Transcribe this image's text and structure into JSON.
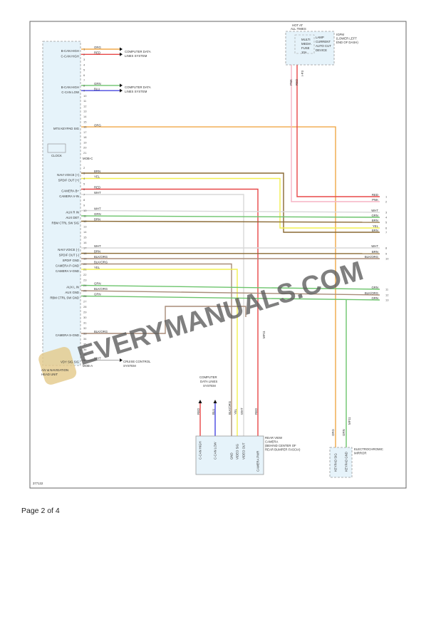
{
  "head_unit": {
    "name_line1": "A/V & NAVIGATION",
    "name_line2": "HEAD UNIT",
    "clock_label": "CLOCK",
    "connector_c": "MOB-C",
    "connector_a": "MOB-A",
    "pins_c": [
      "1",
      "2",
      "3",
      "4",
      "5",
      "6",
      "7",
      "8",
      "9",
      "10",
      "11",
      "12",
      "13",
      "14",
      "15",
      "16",
      "17",
      "18",
      "19",
      "20",
      "21"
    ],
    "pins_a": [
      "2",
      "3",
      "4",
      "5",
      "6",
      "7",
      "8",
      "9",
      "10",
      "11",
      "12",
      "13",
      "14",
      "15",
      "16",
      "17",
      "18",
      "19",
      "20",
      "21",
      "22",
      "23",
      "24",
      "25",
      "26",
      "27",
      "28",
      "29",
      "30",
      "31",
      "32",
      "33",
      "34",
      "35",
      "36",
      "37",
      "38"
    ],
    "circuits": [
      {
        "label": "B-CAN HIGH",
        "wire": "ORG"
      },
      {
        "label": "C-CAN HIGH",
        "wire": "RED"
      },
      {
        "label": "B-CAN HIGH",
        "wire": "GRN"
      },
      {
        "label": "C-CAN LOW",
        "wire": "BLU"
      },
      {
        "label": "MTS KEYPAD SIG",
        "wire": "ORG"
      },
      {
        "label": "NAVI VOICE (+)",
        "wire": "BRN"
      },
      {
        "label": "SPDIF OUT (+)",
        "wire": "YEL"
      },
      {
        "label": "CAMERA B+",
        "wire": "RED"
      },
      {
        "label": "CAMERA V-IN",
        "wire": "WHT"
      },
      {
        "label": "AUX R IN",
        "wire": "WHT"
      },
      {
        "label": "AUX DET",
        "wire": "GRN"
      },
      {
        "label": "RBM CTRL SW SIG",
        "wire": "BRN"
      },
      {
        "label": "NAVI VOICE (-)",
        "wire": "WHT"
      },
      {
        "label": "SPDIF OUT (-)",
        "wire": "BRN"
      },
      {
        "label": "SPDIF GND",
        "wire": "BLK/ORG"
      },
      {
        "label": "CAMERA P-GND",
        "wire": "BLK/ORG"
      },
      {
        "label": "CAMERA V-GND",
        "wire": "YEL"
      },
      {
        "label": "AUX L IN",
        "wire": "GRN"
      },
      {
        "label": "AUX GND",
        "wire": "BLK/ORG"
      },
      {
        "label": "RBM CTRL SW GND",
        "wire": "GRN"
      },
      {
        "label": "CAMERA S-GND",
        "wire": "BLK/ORG"
      },
      {
        "label": "VDY SIG SIG",
        "wire": "WHT"
      }
    ]
  },
  "destinations": {
    "computer_data_1": [
      "COMPUTER DATA",
      "LINES SYSTEM"
    ],
    "computer_data_2": [
      "COMPUTER DATA",
      "LINES SYSTEM"
    ],
    "cruise": [
      "CRUISE CONTROL",
      "SYSTEM"
    ],
    "computer_data_3": [
      "COMPUTER",
      "DATA LINES",
      "SYSTEM"
    ]
  },
  "fuse_block": {
    "hot_label": [
      "HOT AT",
      "ALL TIMES"
    ],
    "fuse": [
      "MULTI",
      "MEDIA",
      "FUSE",
      "10A"
    ],
    "device": [
      "LAMP",
      "CURRENT",
      "AUTO CUT",
      "DEVICE"
    ],
    "location": [
      "IGPM",
      "(LOWER LEFT",
      "END OF DASH)"
    ],
    "wires": [
      "PNK",
      "RED"
    ],
    "connector": "I-P3"
  },
  "right_connector": {
    "wires": [
      "RED",
      "PNK",
      "WHT",
      "GRN",
      "BRN",
      "YEL",
      "BRN",
      "WHT",
      "BRN",
      "BLK/ORG",
      "GRN",
      "BLK/ORG",
      "GRN"
    ],
    "pins": [
      "1",
      "2",
      "3",
      "4",
      "5",
      "6",
      "7",
      "8",
      "9",
      "10",
      "11",
      "12",
      "13"
    ]
  },
  "camera": {
    "title": [
      "REAR VIEW",
      "CAMERA",
      "(BEHIND CENTER OF",
      "REAR BUMPER FASCIA)"
    ],
    "pins": [
      "C-CAN HIGH",
      "C-CAN LOW",
      "GND",
      "VIDEO SIG",
      "VIDEO OUT",
      "CAMERA PWR"
    ],
    "wires": [
      "RED",
      "BLU",
      "BLK/ORG",
      "YEL",
      "WHT",
      "RED"
    ],
    "connector": "MF11"
  },
  "mirror": {
    "title": [
      "ELECTROCHROMIC",
      "MIRROR"
    ],
    "pins": [
      "KEYPAD SIG",
      "KEYPAD GND"
    ],
    "wires": [
      "ORG",
      "GRN"
    ],
    "connector": "MF11"
  },
  "diagram_code": "377132",
  "watermark": "EVERYMANUALS.COM",
  "footer": {
    "page": "Page 2 of 4"
  },
  "colors": {
    "ORG": "#f0a848",
    "RED": "#e84848",
    "GRN": "#6cc46c",
    "BLU": "#4848e0",
    "BRN": "#8a6a34",
    "YEL": "#f2f050",
    "WHT": "#d8d8d8",
    "PNK": "#f6b4c4",
    "BLK/ORG": "#a88c78",
    "box": "#e6f3fa"
  }
}
